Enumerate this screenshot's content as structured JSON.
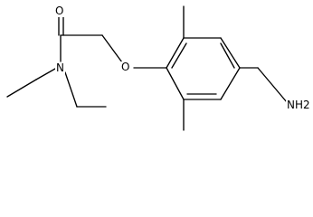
{
  "molecule": {
    "atoms": {
      "carbonyl_oxygen": "O",
      "amide_nitrogen": "N",
      "ether_oxygen": "O",
      "amine": "NH2"
    }
  }
}
